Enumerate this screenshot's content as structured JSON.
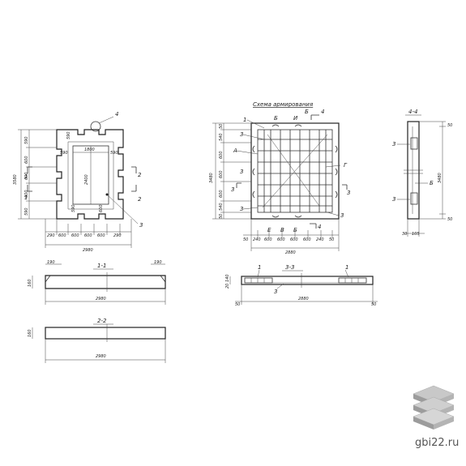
{
  "page": {
    "site": "gbi22.ru",
    "logo_name": "stacked-slabs-logo"
  },
  "plan": {
    "width_overall": "2980",
    "height_overall": "3580",
    "opening_width": "1800",
    "opening_height": "2400",
    "top_590": "590",
    "top_590_r": "590",
    "left_590": "590",
    "left_600a": "600",
    "left_600b": "600",
    "left_600c": "600",
    "left_590b": "590",
    "bot_590a": "590",
    "bot_590b": "590",
    "bot_600": "600",
    "b_290a": "290",
    "b_600a": "600",
    "b_600b": "600",
    "b_600c": "600",
    "b_600d": "600",
    "b_290b": "290",
    "mark_4": "4",
    "mark_3": "3",
    "mark_1": "1",
    "mark_1b": "1",
    "mark_2": "2",
    "mark_2b": "2"
  },
  "section11": {
    "title": "1-1",
    "left": "190",
    "right": "190",
    "height": "160",
    "length": "2980"
  },
  "section22": {
    "title": "2-2",
    "height": "160",
    "length": "2980"
  },
  "reinf": {
    "title": "Схема армирования",
    "width": "2880",
    "height": "3480",
    "mark_1": "1",
    "mark_B": "Б",
    "mark_I": "И",
    "mark_B2": "Б",
    "mark_4": "4",
    "mark_3a": "3",
    "mark_3b": "3",
    "mark_3c": "3",
    "mark_3d": "3",
    "mark_A": "А",
    "mark_G": "Г",
    "mark_3r": "3",
    "mark_3l": "3",
    "mark_E": "Е",
    "mark_B3": "В",
    "mark_B4": "Б",
    "mark_4b": "4",
    "l_50": "50",
    "l_540": "540",
    "l_600a": "600",
    "l_600b": "600",
    "l_600c": "600",
    "l_540b": "540",
    "l_50b": "50",
    "b_50": "50",
    "b_240": "240",
    "b_600a": "600",
    "b_600b": "600",
    "b_600c": "600",
    "b_600d": "600",
    "b_240b": "240",
    "b_50b": "50"
  },
  "section33": {
    "title": "3-3",
    "mark_1": "1",
    "mark_1b": "1",
    "mark_3": "3",
    "h140": "140",
    "h20": "20",
    "left": "50",
    "right": "50",
    "length": "2880"
  },
  "section44": {
    "title": "4-4",
    "top": "50",
    "bottom": "50",
    "height": "3480",
    "mark_3a": "3",
    "mark_3b": "3",
    "mark_B": "Б",
    "b_30": "30",
    "b_105": "105"
  }
}
